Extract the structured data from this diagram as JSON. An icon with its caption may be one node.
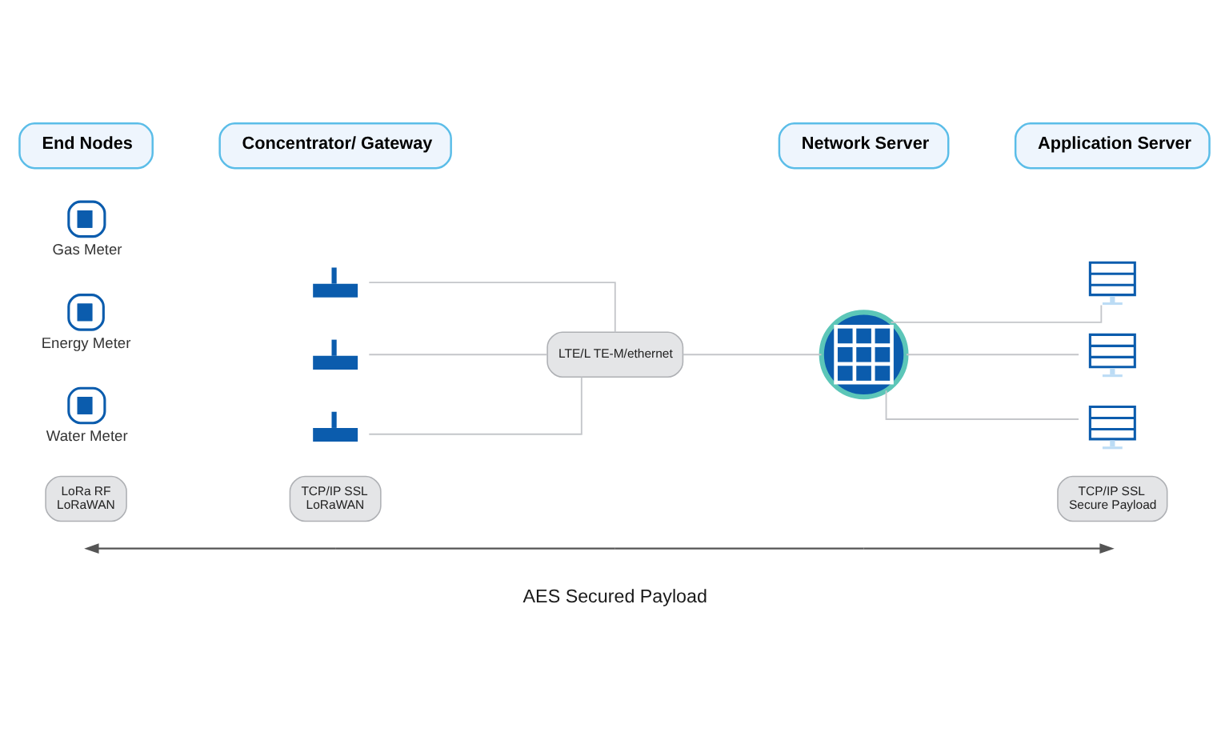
{
  "diagram": {
    "nodes": [
      {
        "text": [
          "End Nodes"
        ]
      },
      {
        "text": [
          "Concentrator/ Gateway"
        ]
      },
      {
        "text": [
          "Network Server"
        ]
      },
      {
        "text": [
          "Application Server"
        ]
      },
      {
        "text": [
          "Gas Meter"
        ]
      },
      {
        "text": [
          "Energy Meter"
        ]
      },
      {
        "text": [
          "Water Meter"
        ]
      },
      {
        "text": [
          "LoRa RF LoRaWAN"
        ]
      },
      {
        "text": [],
        "shape": "picture"
      },
      {
        "text": [],
        "shape": "picture"
      },
      {
        "text": [],
        "shape": "picture"
      },
      {
        "text": [
          "LTE/L TE-M/ethernet"
        ]
      },
      {
        "text": [
          "TCP/IP SSL LoRaWAN"
        ]
      },
      {
        "text": [],
        "shape": "picture"
      },
      {
        "text": [],
        "shape": "picture"
      },
      {
        "text": [],
        "shape": "picture"
      },
      {
        "text": [],
        "shape": "picture"
      },
      {
        "text": [
          "TCP/IP SSL Secure Payload"
        ]
      }
    ],
    "edges": [
      {
        "from": 8,
        "to": 11,
        "arrow": "none"
      },
      {
        "from": 9,
        "to": 11,
        "arrow": "none"
      },
      {
        "from": 10,
        "to": 11,
        "arrow": "none"
      },
      {
        "from": 11,
        "to": 13,
        "arrow": "none"
      },
      {
        "from": 13,
        "to": 14,
        "arrow": "none"
      },
      {
        "from": 13,
        "to": 15,
        "arrow": "none"
      },
      {
        "from": 13,
        "to": 16,
        "arrow": "none"
      }
    ],
    "labels": [
      "AES Secured Payload"
    ]
  }
}
